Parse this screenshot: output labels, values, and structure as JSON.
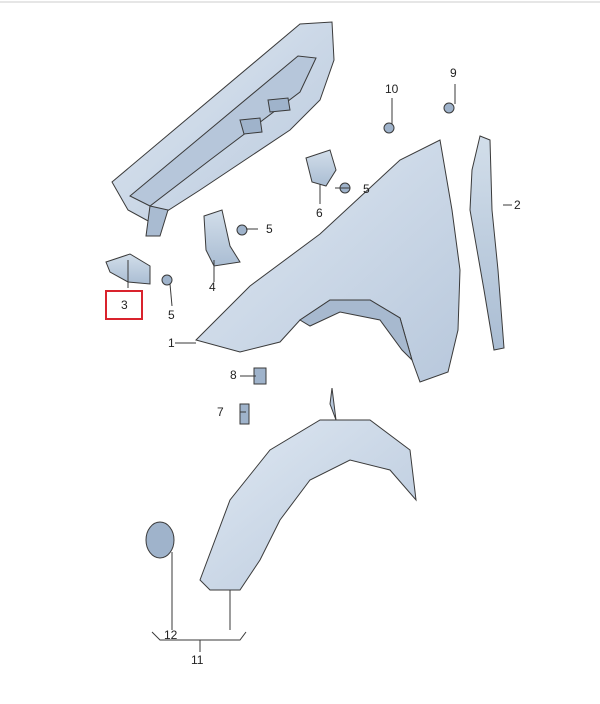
{
  "diagram": {
    "highlighted_part": "3",
    "highlight_color": "#d9232d",
    "part_fill": "#c9d6e6",
    "line_color": "#3a3a3a",
    "labels": {
      "p1": "1",
      "p2": "2",
      "p3": "3",
      "p4": "4",
      "p5a": "5",
      "p5b": "5",
      "p5c": "5",
      "p6": "6",
      "p7": "7",
      "p8": "8",
      "p9": "9",
      "p10": "10",
      "p11": "11",
      "p12": "12"
    }
  }
}
